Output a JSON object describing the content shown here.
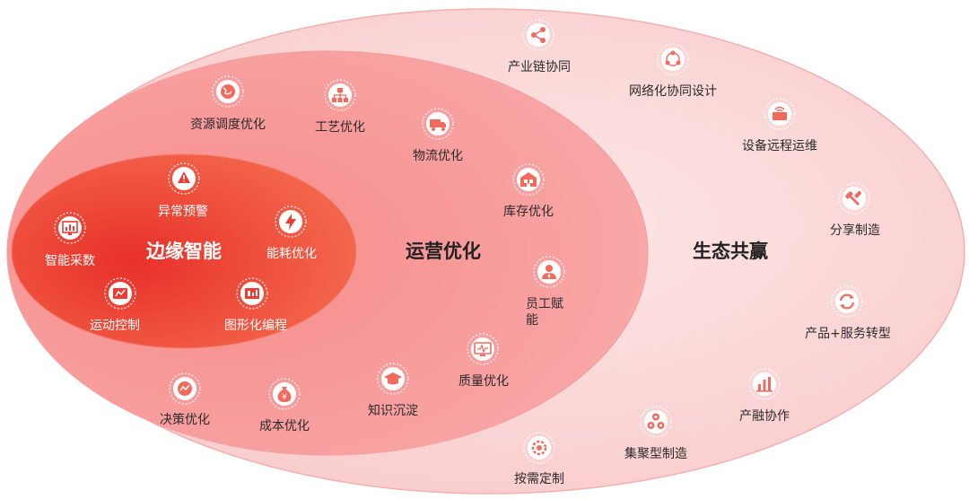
{
  "colors": {
    "outer_fill": "#fbdada",
    "outer_border": "#f3b3b3",
    "middle_fill": "#f79a9a",
    "inner_fill": "#ee3b33",
    "icon_red": "#f26a5e"
  },
  "rings": {
    "inner": {
      "title": "边缘智能",
      "items": [
        {
          "label": "异常预警",
          "icon": "warning-icon"
        },
        {
          "label": "智能采数",
          "icon": "bar-chart-icon"
        },
        {
          "label": "能耗优化",
          "icon": "lightning-icon"
        },
        {
          "label": "运动控制",
          "icon": "motion-control-icon"
        },
        {
          "label": "图形化编程",
          "icon": "graphic-programming-icon"
        }
      ]
    },
    "middle": {
      "title": "运营优化",
      "items": [
        {
          "label": "资源调度优化",
          "icon": "globe-icon"
        },
        {
          "label": "工艺优化",
          "icon": "hierarchy-icon"
        },
        {
          "label": "物流优化",
          "icon": "truck-icon"
        },
        {
          "label": "库存优化",
          "icon": "warehouse-icon"
        },
        {
          "label": "员工赋能",
          "icon": "employee-icon"
        },
        {
          "label": "质量优化",
          "icon": "monitor-icon"
        },
        {
          "label": "知识沉淀",
          "icon": "graduation-cap-icon"
        },
        {
          "label": "成本优化",
          "icon": "money-bag-icon"
        },
        {
          "label": "决策优化",
          "icon": "decision-icon"
        }
      ]
    },
    "outer": {
      "title": "生态共赢",
      "items": [
        {
          "label": "产业链协同",
          "icon": "share-nodes-icon"
        },
        {
          "label": "网络化协同设计",
          "icon": "network-cycle-icon"
        },
        {
          "label": "设备远程运维",
          "icon": "remote-device-icon"
        },
        {
          "label": "分享制造",
          "icon": "wrench-icon"
        },
        {
          "label": "产品+服务转型",
          "icon": "refresh-icon"
        },
        {
          "label": "产融协作",
          "icon": "finance-chart-icon"
        },
        {
          "label": "集聚型制造",
          "icon": "cluster-icon"
        },
        {
          "label": "按需定制",
          "icon": "custom-gear-icon"
        }
      ]
    }
  }
}
